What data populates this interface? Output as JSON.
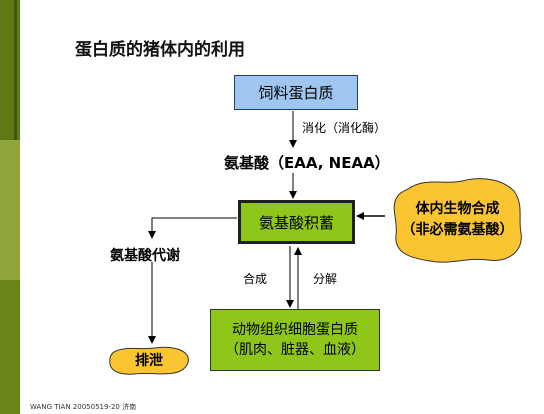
{
  "title": "蛋白质的猪体内的利用",
  "nodes": {
    "feed_protein": "饲料蛋白质",
    "amino_acid_pool": "氨基酸积蓄",
    "tissue_protein_line1": "动物组织细胞蛋白质",
    "tissue_protein_line2": "（肌肉、脏器、血液）",
    "body_synthesis_line1": "体内生物合成",
    "body_synthesis_line2": "（非必需氨基酸）",
    "excretion": "排泄"
  },
  "labels": {
    "digestion": "消化（消化酶）",
    "amino_acids": "氨基酸（EAA, NEAA）",
    "aa_metabolism": "氨基酸代谢",
    "synthesis": "合成",
    "decomposition": "分解"
  },
  "footer": "WANG TIAN 20050519-20 济南",
  "colors": {
    "feed_box": "#9ec6ee",
    "green_box": "#8ec61a",
    "blob_fill": "#fbc531",
    "sidebar": "#5f7a14"
  }
}
